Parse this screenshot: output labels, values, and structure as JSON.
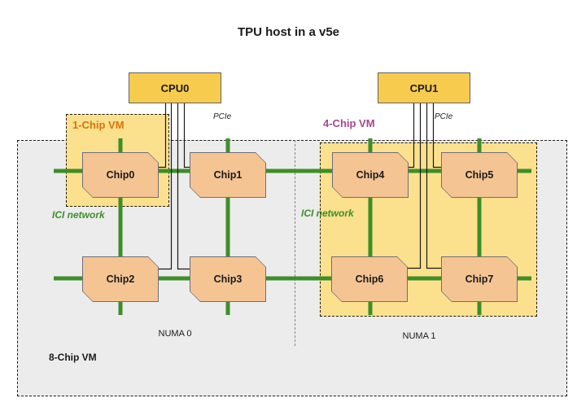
{
  "title": "TPU host in a v5e",
  "cpus": [
    {
      "label": "CPU0"
    },
    {
      "label": "CPU1"
    }
  ],
  "chips": [
    {
      "label": "Chip0"
    },
    {
      "label": "Chip1"
    },
    {
      "label": "Chip2"
    },
    {
      "label": "Chip3"
    },
    {
      "label": "Chip4"
    },
    {
      "label": "Chip5"
    },
    {
      "label": "Chip6"
    },
    {
      "label": "Chip7"
    }
  ],
  "vm_groups": {
    "one_chip": "1-Chip VM",
    "four_chip": "4-Chip VM",
    "eight_chip": "8-Chip VM"
  },
  "numa_nodes": [
    {
      "label": "NUMA 0"
    },
    {
      "label": "NUMA 1"
    }
  ],
  "pcie_label": "PCIe",
  "ici_label": "ICI network",
  "colors": {
    "cpu_fill": "#F7CB4D",
    "chip_fill": "#F5C493",
    "vm_box_fill": "#FBE18D",
    "host_box_fill": "#ECECEC",
    "ici_green": "#3E8E28",
    "one_chip_label": "#D9730D",
    "four_chip_label": "#A9478D",
    "pcie_line": "#1a1a1a"
  }
}
